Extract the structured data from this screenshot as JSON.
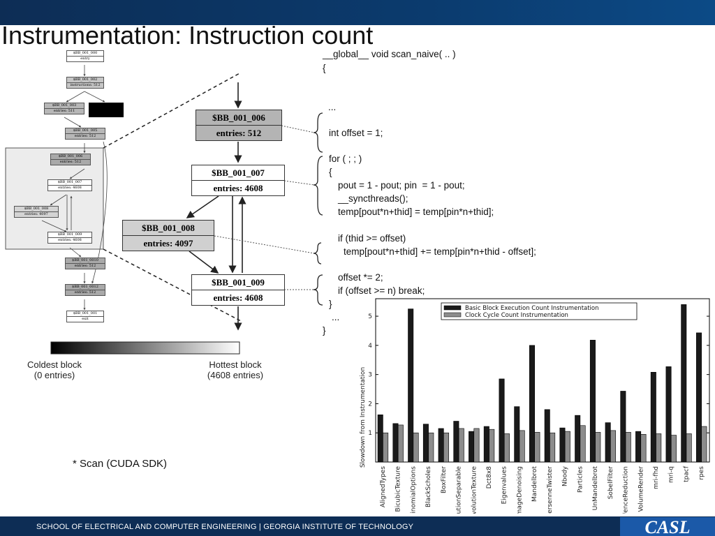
{
  "slide": {
    "title": "Instrumentation: Instruction count",
    "footer": "SCHOOL OF ELECTRICAL AND COMPUTER ENGINEERING | GEORGIA INSTITUTE OF TECHNOLOGY",
    "logo_text": "CASL",
    "note": "* Scan (CUDA SDK)",
    "colors": {
      "header": "#0d2d55",
      "logo_bg": "#1b59a8"
    }
  },
  "cfg_mini": {
    "nodes": [
      {
        "id": "$BB_001_000",
        "label": "entry"
      },
      {
        "id": "$BB_001_002",
        "label": "instructions: 512"
      },
      {
        "id": "$BB_001_003",
        "label": "entries: 511"
      },
      {
        "id": "$BB_001_005",
        "label": "entries: 512"
      },
      {
        "id": "$BB_001_006",
        "label": "entries: 512"
      },
      {
        "id": "$BB_001_007",
        "label": "entries: 4608"
      },
      {
        "id": "$BB_001_008",
        "label": "entries: 4097"
      },
      {
        "id": "$BB_001_009",
        "label": "entries: 4608"
      },
      {
        "id": "$BB_001_0010",
        "label": "entries: 512"
      },
      {
        "id": "$BB_001_0012",
        "label": "entries: 512"
      },
      {
        "id": "$BB_001_001",
        "label": "exit"
      }
    ]
  },
  "cfg_zoom": {
    "nodes": [
      {
        "id": "$BB_001_006",
        "entries": "entries: 512"
      },
      {
        "id": "$BB_001_007",
        "entries": "entries: 4608"
      },
      {
        "id": "$BB_001_008",
        "entries": "entries: 4097"
      },
      {
        "id": "$BB_001_009",
        "entries": "entries: 4608"
      }
    ]
  },
  "legend": {
    "cold_line1": "Coldest block",
    "cold_line2": "(0 entries)",
    "hot_line1": "Hottest block",
    "hot_line2": "(4608 entries)"
  },
  "code": [
    "__global__ void scan_naive( .. )",
    "{",
    "...",
    "int offset = 1;",
    "for ( ; ; )",
    "{",
    "pout = 1 - pout; pin  = 1 - pout;",
    "__syncthreads();",
    "temp[pout*n+thid] = temp[pin*n+thid];",
    "if (thid >= offset)",
    "temp[pout*n+thid] += temp[pin*n+thid - offset];",
    "offset *= 2;",
    "if (offset >= n) break;",
    "}",
    "...",
    "}"
  ],
  "chart_data": {
    "type": "bar",
    "ylabel": "Slowdown from Instrumentation",
    "ylim": [
      0,
      5.6
    ],
    "yticks": [
      1,
      2,
      3,
      4,
      5
    ],
    "legend_position": "top",
    "categories": [
      "AlignedTypes",
      "BicubicTexture",
      "BinomialOptions",
      "BlackScholes",
      "BoxFilter",
      "ConvolutionSeparable",
      "ConvolutionTexture",
      "Dct8x8",
      "Eigenvalues",
      "ImageDenoising",
      "Mandelbrot",
      "MersenneTwister",
      "Nbody",
      "Particles",
      "UnMandelbrot",
      "SobelFilter",
      "ReadFenceReduction",
      "VolumeRender",
      "mri-fhd",
      "mri-q",
      "tpacf",
      "rpes"
    ],
    "series": [
      {
        "name": "Basic Block Execution Count Instrumentation",
        "color": "#1a1a1a",
        "values": [
          1.62,
          1.32,
          5.25,
          1.3,
          1.15,
          1.4,
          1.05,
          1.22,
          2.85,
          1.9,
          4.0,
          1.8,
          1.17,
          1.6,
          4.18,
          1.35,
          2.43,
          1.05,
          3.08,
          3.27,
          5.4,
          4.43
        ]
      },
      {
        "name": "Clock Cycle Count Instrumentation",
        "color": "#8c8c8c",
        "values": [
          1.0,
          1.27,
          1.0,
          1.0,
          1.0,
          1.15,
          1.15,
          1.12,
          0.97,
          1.08,
          1.02,
          1.0,
          1.05,
          1.25,
          1.02,
          1.08,
          1.02,
          0.95,
          0.97,
          0.92,
          0.97,
          1.22
        ]
      }
    ]
  }
}
